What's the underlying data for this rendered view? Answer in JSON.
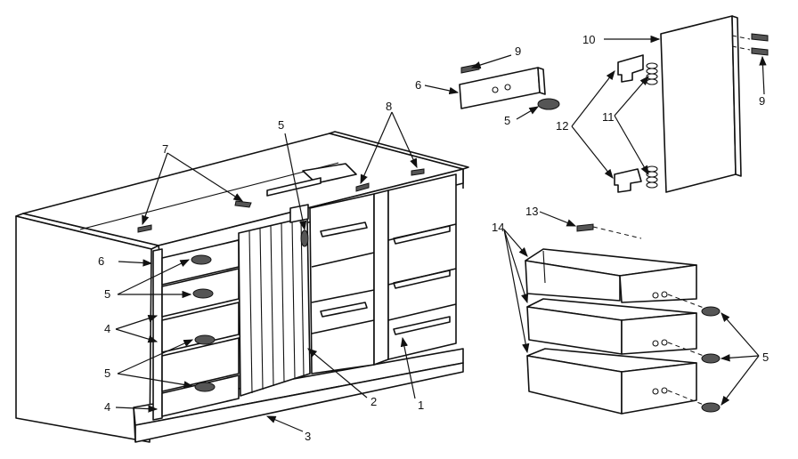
{
  "diagram": {
    "callouts": [
      {
        "id": "c1",
        "text": "1"
      },
      {
        "id": "c2",
        "text": "2"
      },
      {
        "id": "c3",
        "text": "3"
      },
      {
        "id": "c4a",
        "text": "4"
      },
      {
        "id": "c4b",
        "text": "4"
      },
      {
        "id": "c5a",
        "text": "5"
      },
      {
        "id": "c5b",
        "text": "5"
      },
      {
        "id": "c5c",
        "text": "5"
      },
      {
        "id": "c5d",
        "text": "5"
      },
      {
        "id": "c5e",
        "text": "5"
      },
      {
        "id": "c6a",
        "text": "6"
      },
      {
        "id": "c6b",
        "text": "6"
      },
      {
        "id": "c7",
        "text": "7"
      },
      {
        "id": "c8",
        "text": "8"
      },
      {
        "id": "c9a",
        "text": "9"
      },
      {
        "id": "c9b",
        "text": "9"
      },
      {
        "id": "c10",
        "text": "10"
      },
      {
        "id": "c11",
        "text": "11"
      },
      {
        "id": "c12",
        "text": "12"
      },
      {
        "id": "c13",
        "text": "13"
      },
      {
        "id": "c14",
        "text": "14"
      }
    ]
  }
}
